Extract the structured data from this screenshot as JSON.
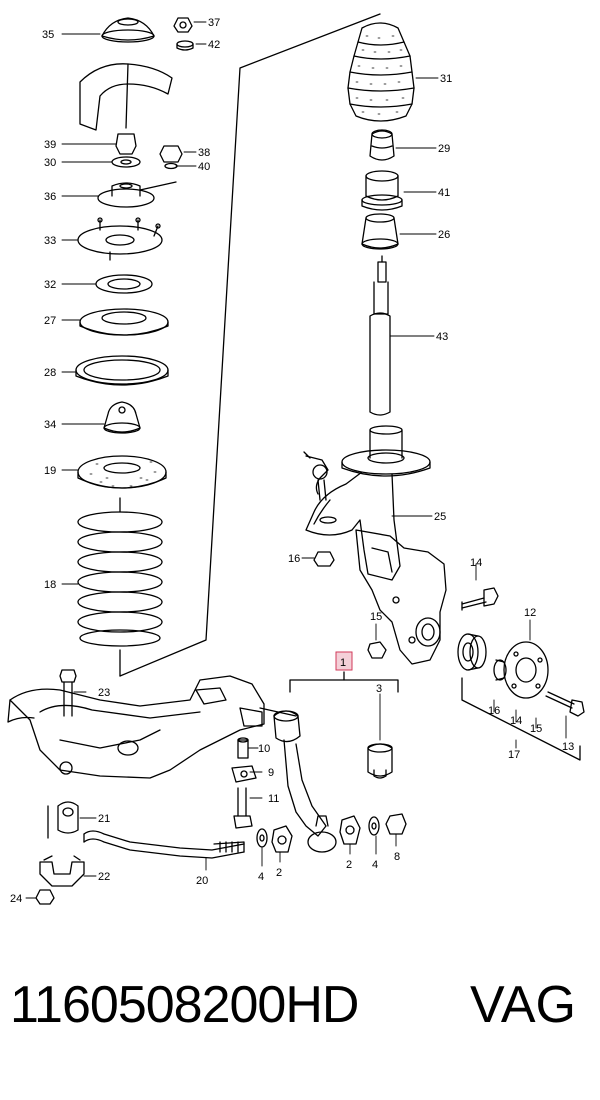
{
  "diagram": {
    "callouts": [
      "35",
      "37",
      "42",
      "31",
      "39",
      "38",
      "30",
      "40",
      "29",
      "36",
      "41",
      "33",
      "26",
      "32",
      "27",
      "43",
      "28",
      "34",
      "19",
      "25",
      "16",
      "14",
      "18",
      "15",
      "12",
      "1",
      "23",
      "3",
      "16",
      "14",
      "15",
      "10",
      "13",
      "17",
      "9",
      "21",
      "11",
      "22",
      "4",
      "2",
      "20",
      "2",
      "4",
      "8",
      "24"
    ],
    "highlighted_callout": "1",
    "colors": {
      "line": "#000000",
      "highlight_fill": "#f4d0d8",
      "highlight_stroke": "#d23a5a"
    }
  },
  "footer": {
    "part_code": "1160508200HD",
    "brand": "VAG"
  }
}
